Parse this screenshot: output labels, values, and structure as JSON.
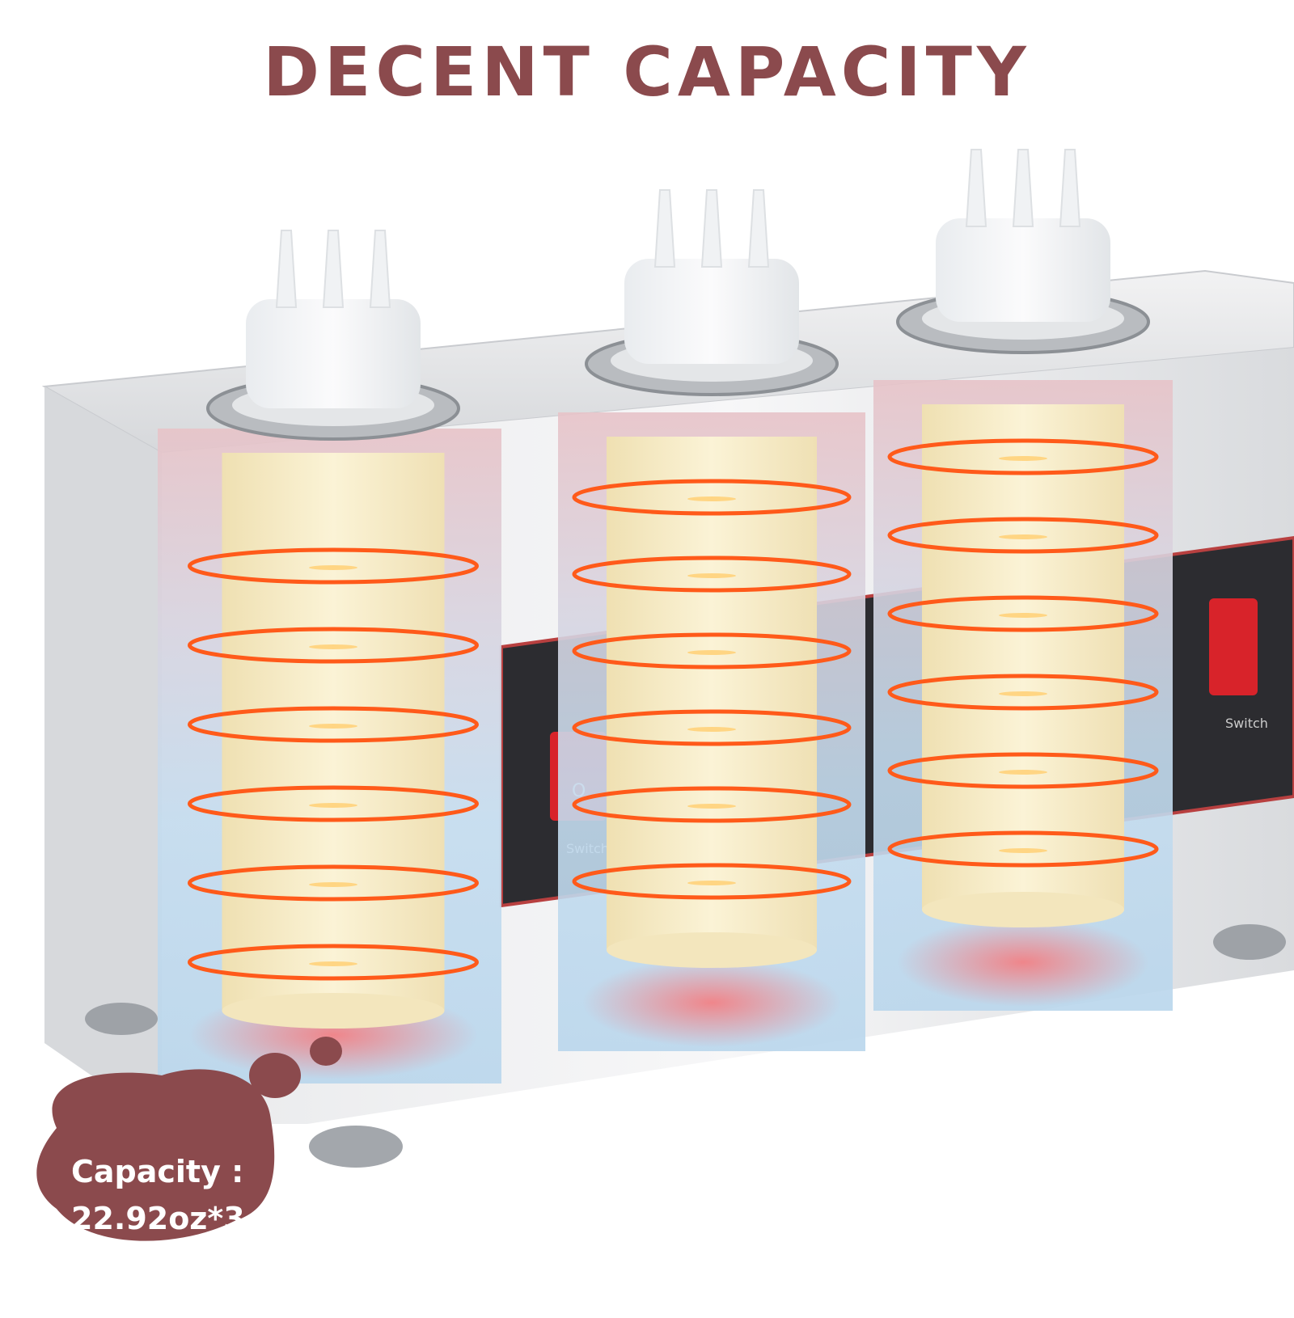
{
  "headline": "DECENT CAPACITY",
  "callout": {
    "label": "Capacity :",
    "value": "22.92oz*3"
  },
  "panel": {
    "switch_label": "Switch",
    "switch_mark": "O"
  },
  "colors": {
    "accent": "#8b4a4d",
    "coil": "#ff5a1a",
    "sauce": "#f6ecc7",
    "water": "#bcd7ec",
    "steel": "#d8dadd"
  },
  "bottles": [
    {
      "name": "bottle-left",
      "coils": 6
    },
    {
      "name": "bottle-middle",
      "coils": 6
    },
    {
      "name": "bottle-right",
      "coils": 6
    }
  ]
}
